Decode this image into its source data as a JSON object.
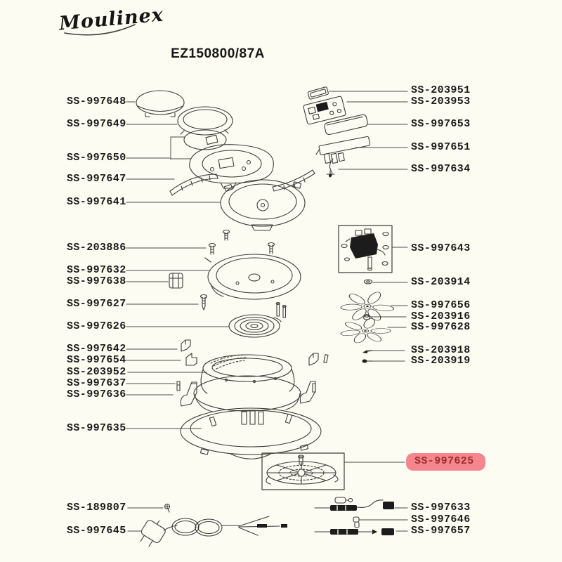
{
  "page": {
    "brand": "Moulinex",
    "model_title": "EZ150800/87A"
  },
  "colors": {
    "background": "#fcfcf2",
    "sketch_line": "#3d3d3d",
    "leader_line": "#6e6e6e",
    "label_text": "#1b1b1b",
    "highlight_bg": "#f6868e",
    "highlight_text": "#9c2b2b"
  },
  "parts_left": [
    "SS-997648",
    "SS-997649",
    "SS-997650",
    "SS-997647",
    "SS-997641",
    "SS-203886",
    "SS-997632",
    "SS-997638",
    "SS-997627",
    "SS-997626",
    "SS-997642",
    "SS-997654",
    "SS-203952",
    "SS-997637",
    "SS-997636",
    "SS-997635",
    "SS-189807",
    "SS-997645"
  ],
  "parts_right": [
    "SS-203951",
    "SS-203953",
    "SS-997653",
    "SS-997651",
    "SS-997634",
    "SS-997643",
    "SS-203914",
    "SS-997656",
    "SS-203916",
    "SS-997628",
    "SS-203918",
    "SS-203919",
    "SS-997633",
    "SS-997646",
    "SS-997657"
  ],
  "highlighted_part": "SS-997625"
}
